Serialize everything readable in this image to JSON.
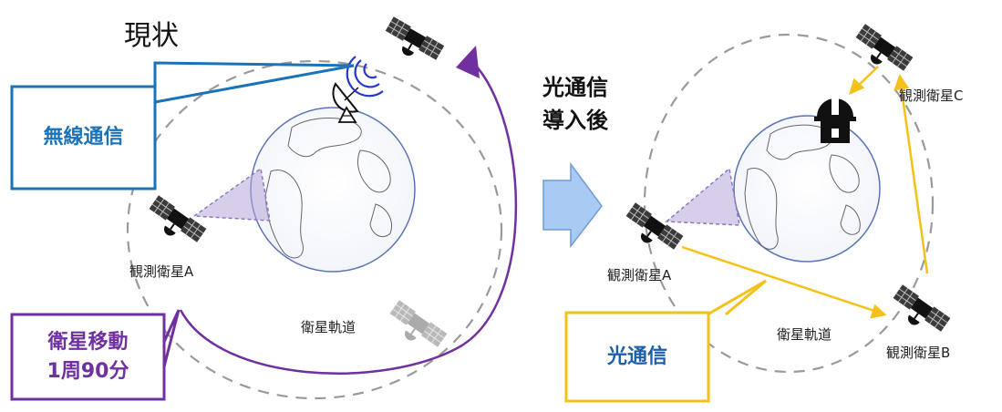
{
  "left": {
    "title": "現状",
    "callout_radio": "無線通信",
    "satellite_a": "観測衛星A",
    "orbit": "衛星軌道",
    "callout_move_line1": "衛星移動",
    "callout_move_line2": "1周90分"
  },
  "middle": {
    "line1": "光通信",
    "line2": "導入後"
  },
  "right": {
    "satellite_a": "観測衛星A",
    "satellite_b": "観測衛星B",
    "satellite_c": "観測衛星C",
    "orbit": "衛星軌道",
    "callout_optical": "光通信"
  },
  "colors": {
    "radio": "#1a72b8",
    "move": "#7030a0",
    "optical": "#f5c018",
    "optical_text": "#1f5fa8",
    "arrow_fill": "#a9cbf3",
    "arrow_stroke": "#6e9ad8",
    "orbit": "#9a9a9a",
    "fov": "#b7a6d8"
  },
  "icons": [
    "satellite-icon",
    "ground-antenna-icon",
    "observatory-icon",
    "earth-globe-icon",
    "right-arrow-icon"
  ]
}
